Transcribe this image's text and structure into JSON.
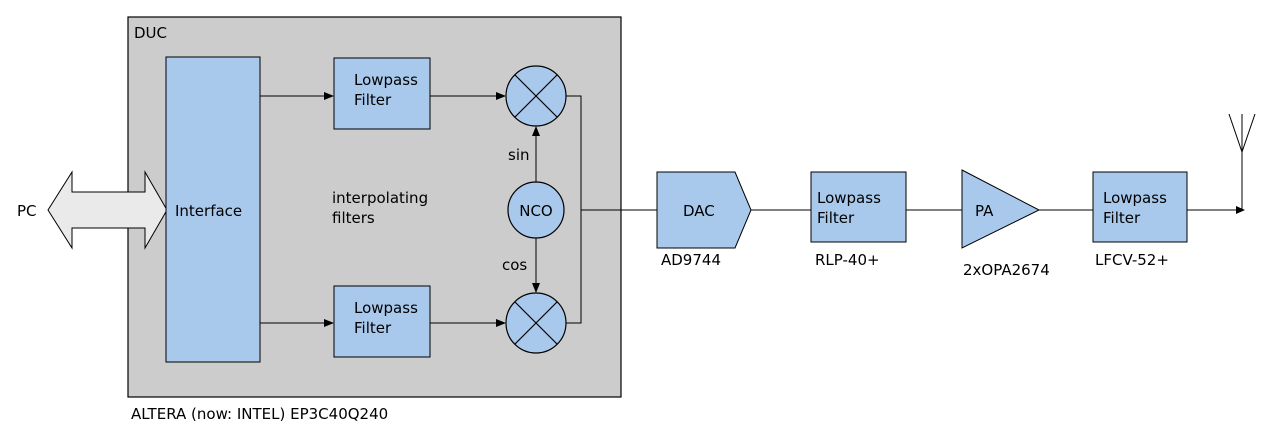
{
  "duc": {
    "title": "DUC",
    "fpga_label": "ALTERA (now: INTEL) EP3C40Q240"
  },
  "pc_label": "PC",
  "interface_label": "Interface",
  "interp_note": {
    "line1": "interpolating",
    "line2": "filters"
  },
  "lpf_top": {
    "line1": "Lowpass",
    "line2": "Filter"
  },
  "lpf_bottom": {
    "line1": "Lowpass",
    "line2": "Filter"
  },
  "nco_label": "NCO",
  "sin_label": "sin",
  "cos_label": "cos",
  "dac": {
    "label": "DAC",
    "part": "AD9744"
  },
  "rf_lpf1": {
    "line1": "Lowpass",
    "line2": "Filter",
    "part": "RLP-40+"
  },
  "pa": {
    "label": "PA",
    "part": "2xOPA2674"
  },
  "rf_lpf2": {
    "line1": "Lowpass",
    "line2": "Filter",
    "part": "LFCV-52+"
  },
  "colors": {
    "block_fill": "#a9c9ec",
    "duc_fill": "#cccccc",
    "arrow_fill": "#eaeaea"
  }
}
